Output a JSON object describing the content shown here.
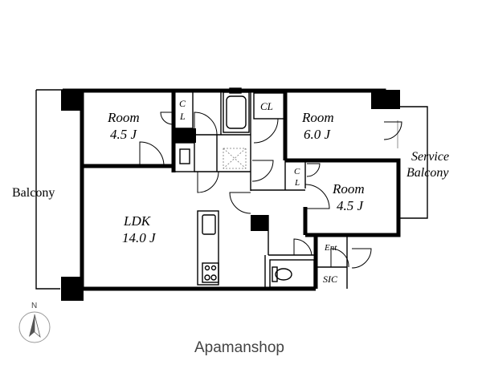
{
  "rooms": {
    "room_nw": {
      "name": "Room",
      "size": "4.5 J"
    },
    "room_ne": {
      "name": "Room",
      "size": "6.0 J"
    },
    "room_e": {
      "name": "Room",
      "size": "4.5 J"
    },
    "ldk": {
      "name": "LDK",
      "size": "14.0 J"
    }
  },
  "closets": {
    "cl_nw": {
      "top": "C",
      "bottom": "L"
    },
    "cl_ne": "CL",
    "cl_e": {
      "top": "C",
      "bottom": "L"
    }
  },
  "labels": {
    "balcony": "Balcony",
    "service_balcony": {
      "line1": "Service",
      "line2": "Balcony"
    },
    "entrance": "Ent",
    "sic": "SIC",
    "north": "N"
  },
  "brand": "Apamanshop"
}
